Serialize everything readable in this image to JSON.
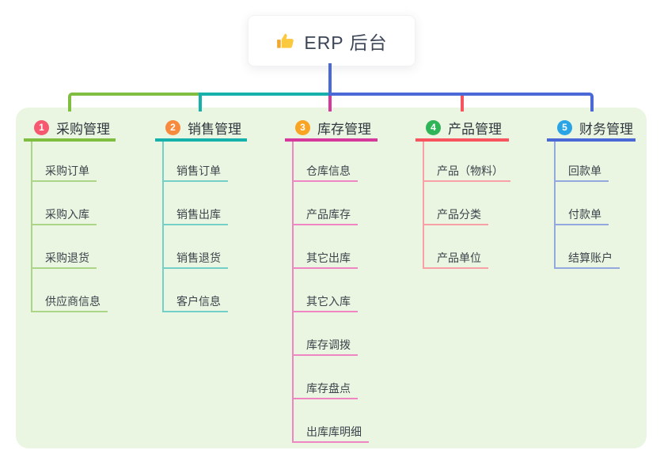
{
  "root": {
    "label": "ERP 后台",
    "icon": "thumbs-up-icon"
  },
  "canvas": {
    "background": "#ffffff",
    "panel_color": "#eaf6e2",
    "root_connector_color": "#4a68d6",
    "root_text_color": "#3d4657"
  },
  "branches": [
    {
      "index": "1",
      "label": "采购管理",
      "badge_color": "#f6586f",
      "line_color": "#7fbe41",
      "child_line_color": "#abd687",
      "children": [
        "采购订单",
        "采购入库",
        "采购退货",
        "供应商信息"
      ]
    },
    {
      "index": "2",
      "label": "销售管理",
      "badge_color": "#f78a3d",
      "line_color": "#17b1ab",
      "child_line_color": "#74cfc9",
      "children": [
        "销售订单",
        "销售出库",
        "销售退货",
        "客户信息"
      ]
    },
    {
      "index": "3",
      "label": "库存管理",
      "badge_color": "#f9a423",
      "line_color": "#d6399c",
      "child_line_color": "#ef85c3",
      "children": [
        "仓库信息",
        "产品库存",
        "其它出库",
        "其它入库",
        "库存调拨",
        "库存盘点",
        "出库库明细"
      ]
    },
    {
      "index": "4",
      "label": "产品管理",
      "badge_color": "#2fb457",
      "line_color": "#f7545f",
      "child_line_color": "#f9a0a6",
      "children": [
        "产品（物料）",
        "产品分类",
        "产品单位"
      ]
    },
    {
      "index": "5",
      "label": "财务管理",
      "badge_color": "#2aa4e5",
      "line_color": "#4a68d6",
      "child_line_color": "#94a8e0",
      "children": [
        "回款单",
        "付款单",
        "结算账户"
      ]
    }
  ]
}
